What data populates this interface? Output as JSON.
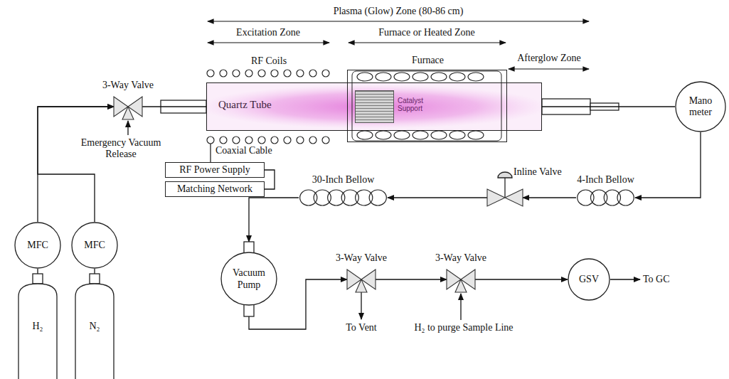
{
  "diagram": {
    "nodes": [
      {
        "text": [
          "MFC"
        ]
      },
      {
        "text": [
          "MFC"
        ]
      },
      {
        "text": [
          "H₂"
        ]
      },
      {
        "text": [
          "N₂"
        ]
      },
      {
        "text": [
          "3-Way Valve"
        ]
      },
      {
        "text": [
          "RF Power Supply"
        ]
      },
      {
        "text": [
          "Matching Network"
        ]
      },
      {
        "text": [
          "Quartz Tube"
        ]
      },
      {
        "text": [
          "Catalyst Support"
        ],
        "in": 7
      },
      {
        "text": [
          "Furnace"
        ]
      },
      {
        "text": [
          "Mano meter"
        ]
      },
      {
        "text": [
          "4-Inch Bellow"
        ]
      },
      {
        "text": [
          "Inline Valve"
        ]
      },
      {
        "text": [
          "30-Inch Bellow"
        ]
      },
      {
        "text": [
          "Vacuum Pump"
        ]
      },
      {
        "text": [
          "3-Way Valve"
        ]
      },
      {
        "text": [
          "3-Way Valve"
        ]
      },
      {
        "text": [
          "GSV"
        ]
      }
    ],
    "edges": [
      {
        "from": 2,
        "to": 0,
        "arrow": "none"
      },
      {
        "from": 3,
        "to": 1,
        "arrow": "none"
      },
      {
        "from": 0,
        "to": 4,
        "arrow": "to"
      },
      {
        "from": 1,
        "to": 4,
        "arrow": "to"
      },
      {
        "from": 4,
        "to": 7,
        "arrow": "none"
      },
      {
        "from": 5,
        "to": 6,
        "arrow": "none"
      },
      {
        "from": 7,
        "to": 10,
        "arrow": "none"
      },
      {
        "from": 10,
        "to": 11,
        "arrow": "to"
      },
      {
        "from": 11,
        "to": 12,
        "arrow": "to"
      },
      {
        "from": 12,
        "to": 13,
        "arrow": "to"
      },
      {
        "from": 13,
        "to": 14,
        "arrow": "to"
      },
      {
        "from": 14,
        "to": 15,
        "arrow": "to"
      },
      {
        "from": 15,
        "to": 16,
        "arrow": "to"
      },
      {
        "from": 16,
        "to": 17,
        "arrow": "to"
      }
    ],
    "labels": [
      "Plasma (Glow) Zone (80-86 cm)",
      "Excitation Zone",
      "Furnace or Heated Zone",
      "Afterglow Zone",
      "RF Coils",
      "Emergency Vacuum Release",
      "Coaxial Cable",
      "To Vent",
      "H₂ to purge Sample Line",
      "To GC"
    ]
  }
}
